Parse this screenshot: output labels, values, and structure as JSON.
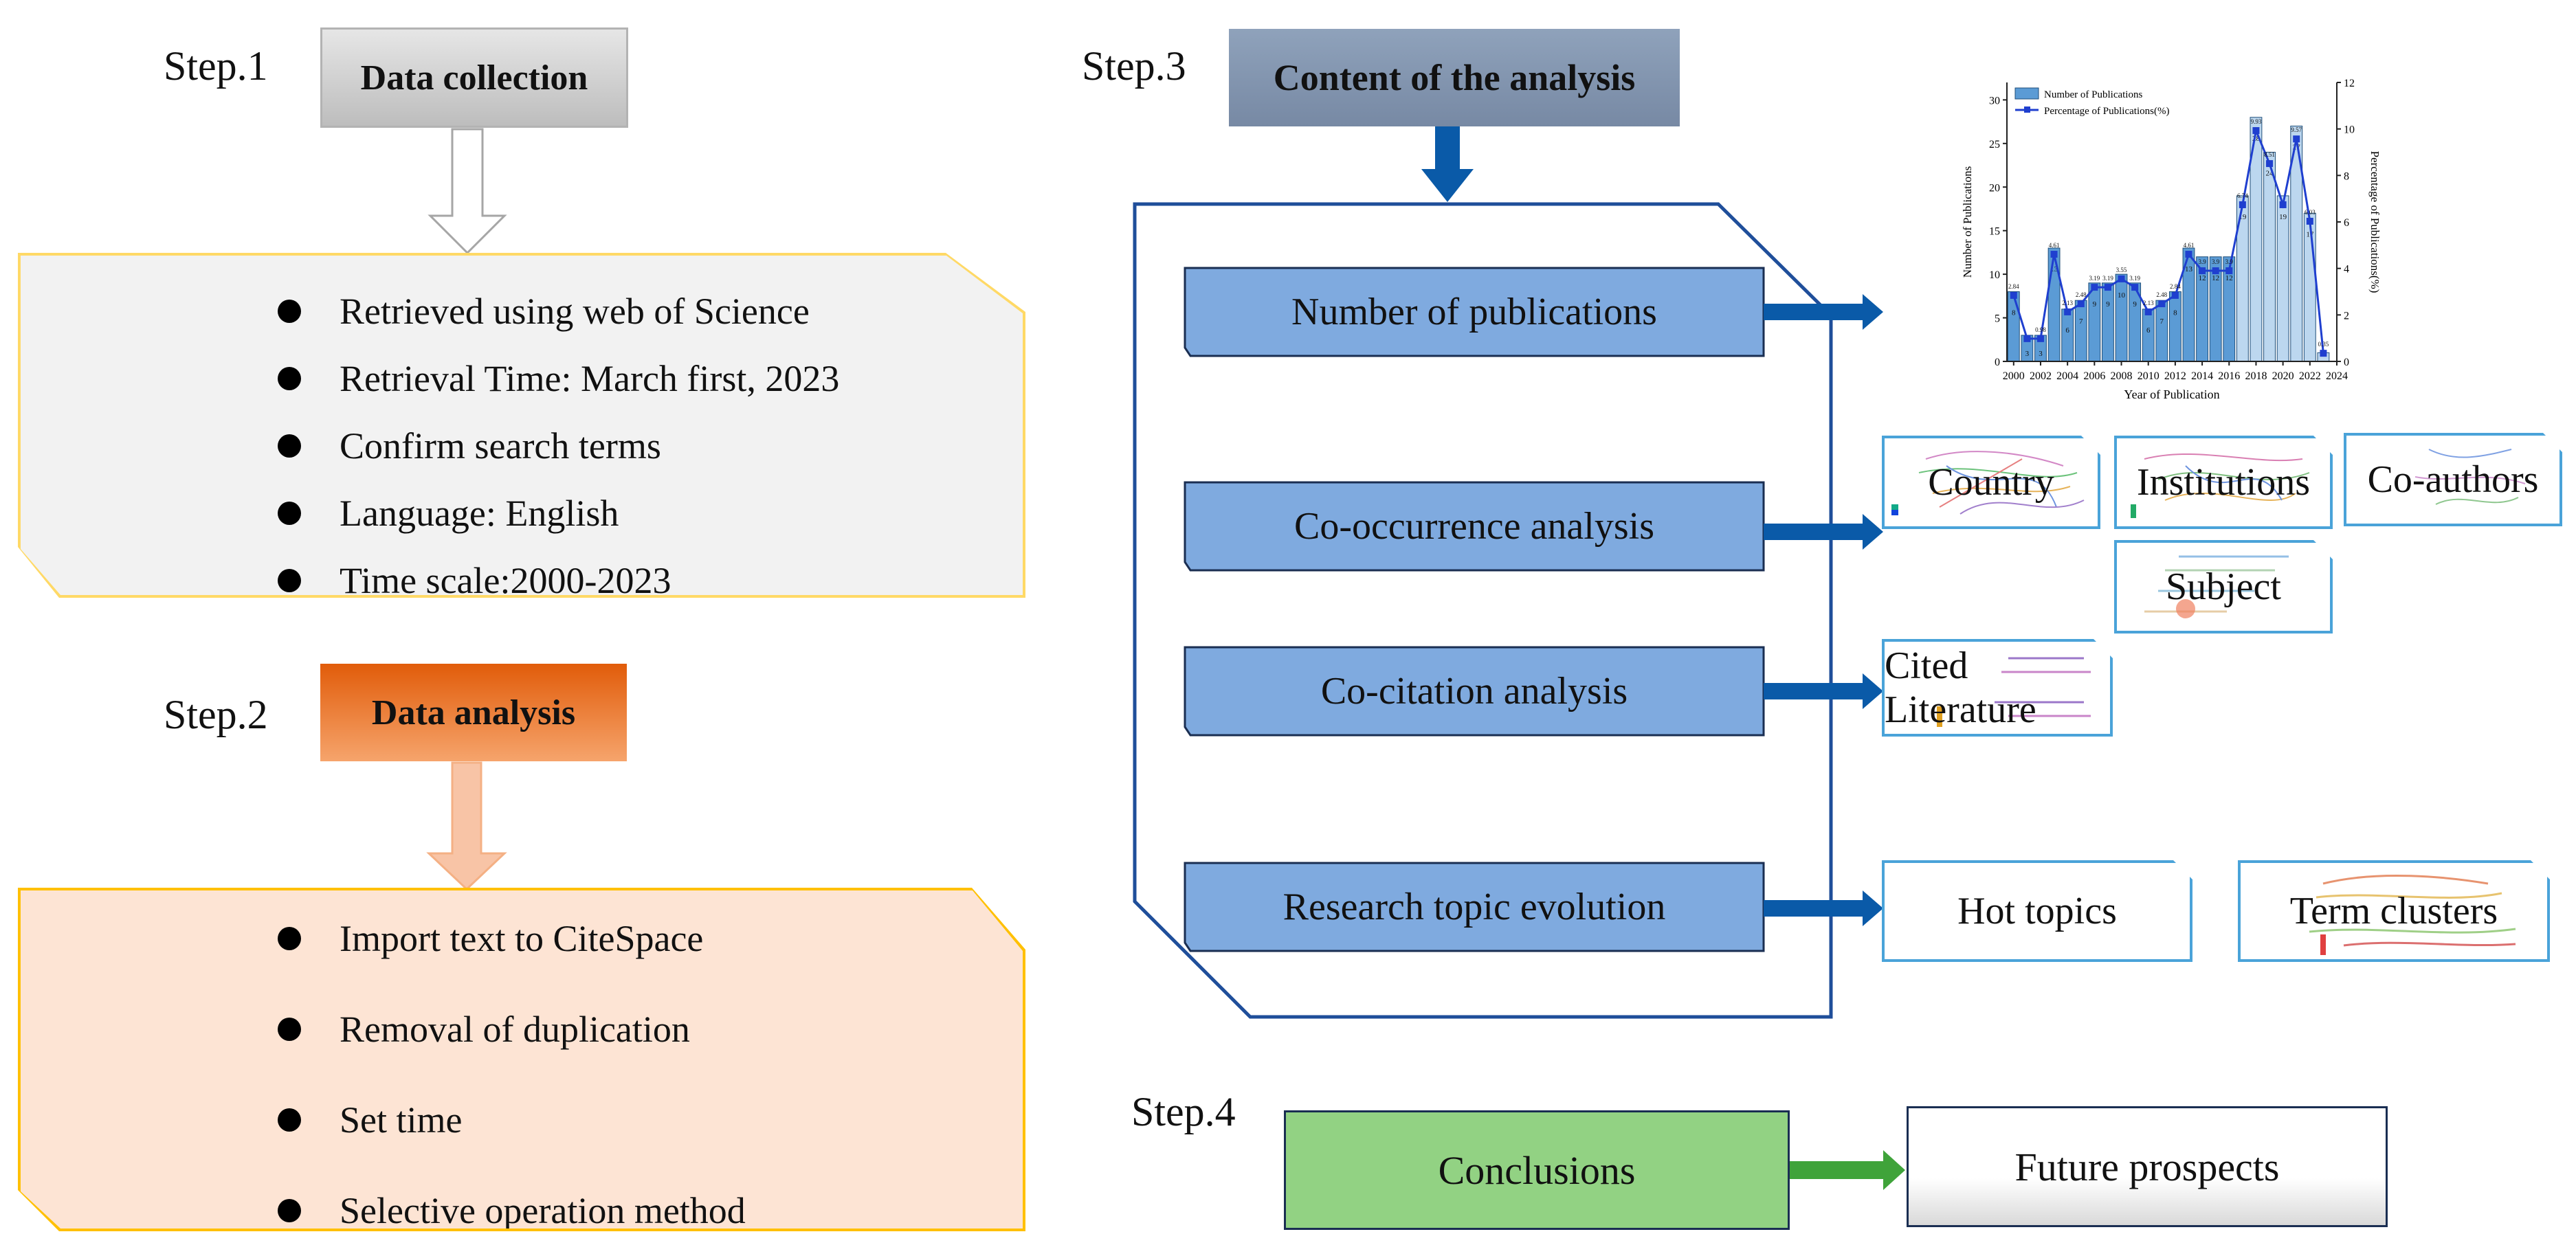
{
  "step1": {
    "label": "Step.1",
    "header": "Data collection",
    "items": [
      "Retrieved using web of Science",
      "Retrieval Time: March first, 2023",
      "Confirm search terms",
      "Language: English",
      "Time scale:2000-2023"
    ]
  },
  "step2": {
    "label": "Step.2",
    "header": "Data  analysis",
    "items": [
      "Import text to CiteSpace",
      "Removal of duplication",
      "Set time",
      "Selective  operation method"
    ]
  },
  "step3": {
    "label": "Step.3",
    "header": "Content of the analysis",
    "rows": [
      "Number of publications",
      "Co-occurrence analysis",
      "Co-citation analysis",
      "Research topic evolution"
    ],
    "thumbs": {
      "country": "Country",
      "institutions": "Institutions",
      "coauthors": "Co-authors",
      "subject": "Subject",
      "cited": "Cited Literature",
      "hot": "Hot topics",
      "terms": "Term  clusters"
    }
  },
  "step4": {
    "label": "Step.4",
    "conclusions": "Conclusions",
    "future": "Future prospects"
  },
  "colors": {
    "step1_box": "#f2f2f2",
    "step1_border": "#ffd966",
    "step2_box": "#fde4d4",
    "step2_border": "#ffc000",
    "step2_header": "#e46c0a",
    "step3_header": "#8497b0",
    "row_fill": "#7faadf",
    "arrow_blue": "#0a5aa8",
    "conclusions": "#92d283",
    "bar": "#5b9bd5",
    "line": "#1f3fcf"
  },
  "chart_data": {
    "type": "bar",
    "x": [
      2000,
      2001,
      2002,
      2003,
      2004,
      2005,
      2006,
      2007,
      2008,
      2009,
      2010,
      2011,
      2012,
      2013,
      2014,
      2015,
      2016,
      2017,
      2018,
      2019,
      2020,
      2021,
      2022,
      2023
    ],
    "series": [
      {
        "name": "Number of Publications",
        "values": [
          8,
          3,
          3,
          13,
          6,
          7,
          9,
          9,
          10,
          9,
          6,
          7,
          8,
          13,
          12,
          12,
          12,
          19,
          28,
          24,
          19,
          27,
          17,
          1
        ]
      },
      {
        "name": "Percentage of Publications(%)",
        "values": [
          2.84,
          0.98,
          0.98,
          4.61,
          2.13,
          2.48,
          3.19,
          3.19,
          3.55,
          3.19,
          2.13,
          2.48,
          2.84,
          4.61,
          3.9,
          3.9,
          3.9,
          6.74,
          9.93,
          8.51,
          6.74,
          9.57,
          6.03,
          0.35
        ]
      }
    ],
    "pct_labels": [
      "2.84",
      "",
      "0.98",
      "4.61",
      "2.13",
      "2.48",
      "3.19",
      "3.19",
      "3.55",
      "3.19",
      "2.13",
      "2.48",
      "2.84",
      "4.61",
      "3.9",
      "3.9",
      "3.9",
      "6.74",
      "9.93",
      "8.51",
      "",
      "9.57",
      "6.03",
      "0.35"
    ],
    "xlabel": "Year of Publication",
    "ylabel": "Number of Publications",
    "ylabel2": "Percentage of Publications(%)",
    "ylim": [
      0,
      32
    ],
    "ylim2": [
      0,
      12
    ],
    "yticks": [
      0,
      5,
      10,
      15,
      20,
      25,
      30
    ],
    "yticks2": [
      0,
      2,
      4,
      6,
      8,
      10,
      12
    ],
    "xticks": [
      2000,
      2002,
      2004,
      2006,
      2008,
      2010,
      2012,
      2014,
      2016,
      2018,
      2020,
      2022,
      2024
    ]
  }
}
